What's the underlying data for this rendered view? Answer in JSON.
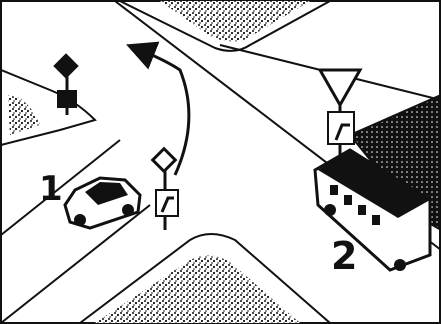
{
  "vehicles": [
    {
      "label": "1",
      "type": "car"
    },
    {
      "label": "2",
      "type": "bus"
    }
  ],
  "colors": {
    "ink": "#111111",
    "paper": "#ffffff"
  }
}
